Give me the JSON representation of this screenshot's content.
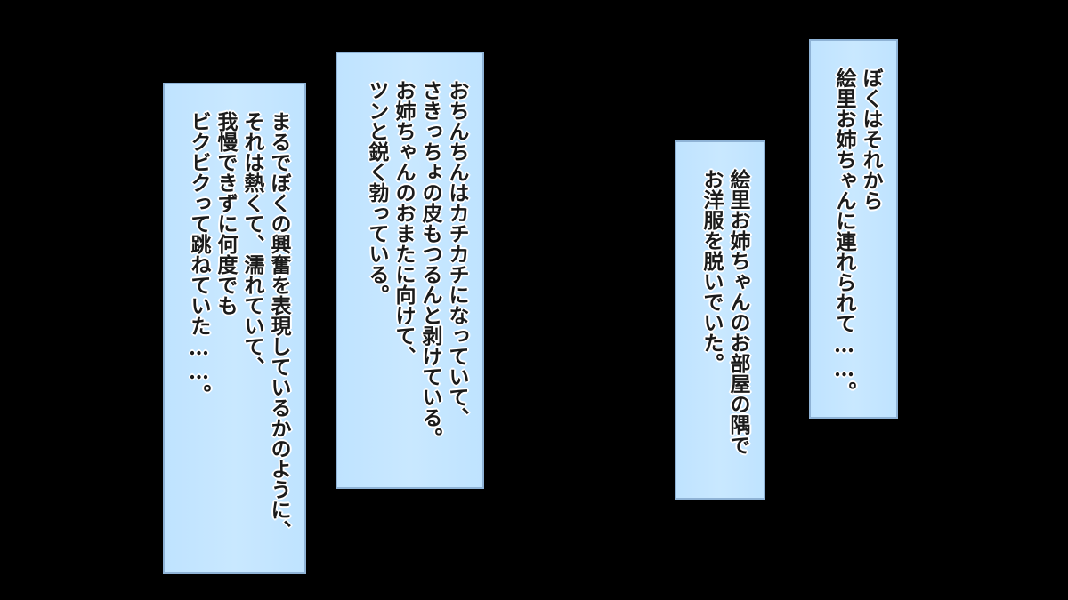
{
  "panels": [
    {
      "lines": [
        "ぼくはそれから",
        "絵里お姉ちゃんに連れられて……。"
      ]
    },
    {
      "lines": [
        "絵里お姉ちゃんのお部屋の隅で",
        "お洋服を脱いでいた。"
      ]
    },
    {
      "lines": [
        "おちんちんはカチカチになっていて、",
        "さきっちょの皮もつるんと剥けている。",
        "お姉ちゃんのおまたに向けて、",
        "ツンと鋭く勃っている。"
      ]
    },
    {
      "lines": [
        "まるでぼくの興奮を表現しているかのように、",
        "それは熱くて、濡れていて、",
        "我慢できずに何度でも",
        "ビクビクって跳ねていた……。"
      ]
    }
  ],
  "colors": {
    "background": "#000000",
    "panel_fill": "#c4e6ff",
    "panel_border": "#8fb3d6",
    "text": "#1b1b1b",
    "text_outline": "#ffffff"
  }
}
